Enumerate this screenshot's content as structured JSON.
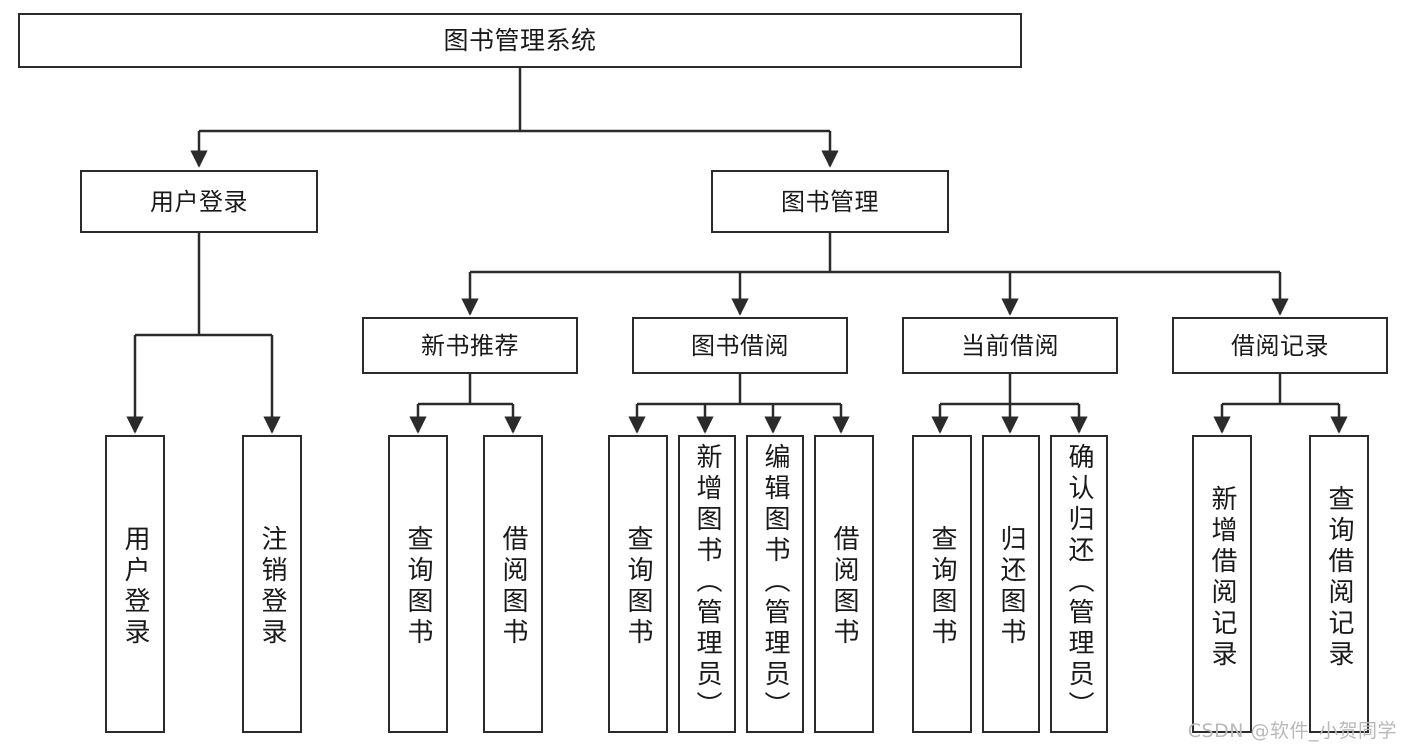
{
  "diagram": {
    "title": "图书管理系统",
    "type": "功能结构图",
    "line_color": "#2b2b2b",
    "box_fill": "#ffffff",
    "text_color": "#1a1a1a",
    "watermark": "CSDN @软件_小贺同学"
  },
  "nodes": {
    "root": {
      "label": "图书管理系统"
    },
    "level2": [
      {
        "label": "用户登录"
      },
      {
        "label": "图书管理"
      }
    ],
    "level3": [
      {
        "label": "新书推荐"
      },
      {
        "label": "图书借阅"
      },
      {
        "label": "当前借阅"
      },
      {
        "label": "借阅记录"
      }
    ],
    "leaves": {
      "user_login": [
        {
          "label": "用户登录"
        },
        {
          "label": "注销登录"
        }
      ],
      "new_book_recommend": [
        {
          "label": "查询图书"
        },
        {
          "label": "借阅图书"
        }
      ],
      "book_borrow": [
        {
          "label": "查询图书"
        },
        {
          "label": "新增图书（管理员）"
        },
        {
          "label": "编辑图书（管理员）"
        },
        {
          "label": "借阅图书"
        }
      ],
      "current_borrow": [
        {
          "label": "查询图书"
        },
        {
          "label": "归还图书"
        },
        {
          "label": "确认归还（管理员）"
        }
      ],
      "borrow_record": [
        {
          "label": "新增借阅记录"
        },
        {
          "label": "查询借阅记录"
        }
      ]
    }
  }
}
